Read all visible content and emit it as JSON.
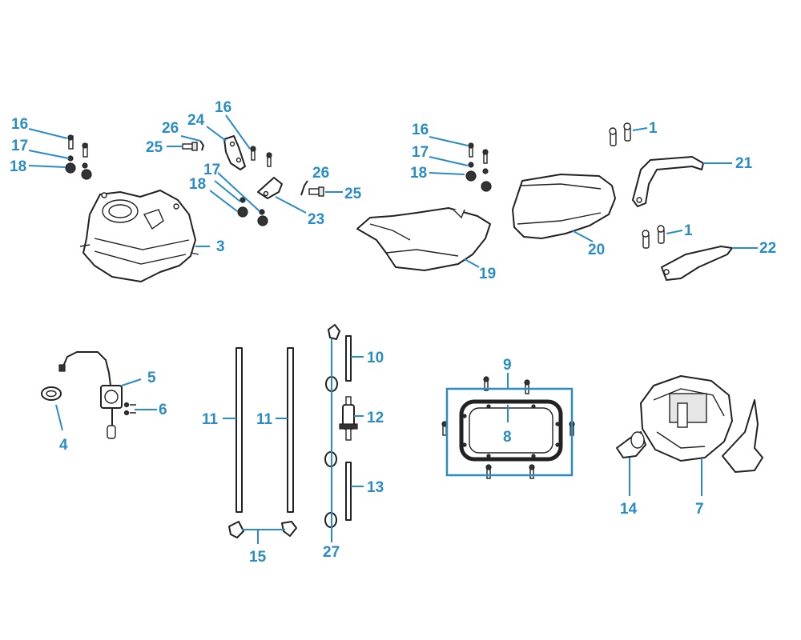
{
  "callouts": [
    {
      "id": "c16a",
      "text": "16"
    },
    {
      "id": "c17a",
      "text": "17"
    },
    {
      "id": "c18a",
      "text": "18"
    },
    {
      "id": "c26a",
      "text": "26"
    },
    {
      "id": "c24",
      "text": "24"
    },
    {
      "id": "c16b",
      "text": "16"
    },
    {
      "id": "c25a",
      "text": "25"
    },
    {
      "id": "c17b",
      "text": "17"
    },
    {
      "id": "c18b",
      "text": "18"
    },
    {
      "id": "c26b",
      "text": "26"
    },
    {
      "id": "c25b",
      "text": "25"
    },
    {
      "id": "c23",
      "text": "23"
    },
    {
      "id": "c3",
      "text": "3"
    },
    {
      "id": "c16c",
      "text": "16"
    },
    {
      "id": "c17c",
      "text": "17"
    },
    {
      "id": "c18c",
      "text": "18"
    },
    {
      "id": "c19",
      "text": "19"
    },
    {
      "id": "c20",
      "text": "20"
    },
    {
      "id": "c1a",
      "text": "1"
    },
    {
      "id": "c21",
      "text": "21"
    },
    {
      "id": "c1b",
      "text": "1"
    },
    {
      "id": "c22",
      "text": "22"
    },
    {
      "id": "c5",
      "text": "5"
    },
    {
      "id": "c6",
      "text": "6"
    },
    {
      "id": "c4",
      "text": "4"
    },
    {
      "id": "c11a",
      "text": "11"
    },
    {
      "id": "c11b",
      "text": "11"
    },
    {
      "id": "c15",
      "text": "15"
    },
    {
      "id": "c10",
      "text": "10"
    },
    {
      "id": "c12",
      "text": "12"
    },
    {
      "id": "c13",
      "text": "13"
    },
    {
      "id": "c27",
      "text": "27"
    },
    {
      "id": "c9",
      "text": "9"
    },
    {
      "id": "c8",
      "text": "8"
    },
    {
      "id": "c14",
      "text": "14"
    },
    {
      "id": "c7",
      "text": "7"
    }
  ]
}
